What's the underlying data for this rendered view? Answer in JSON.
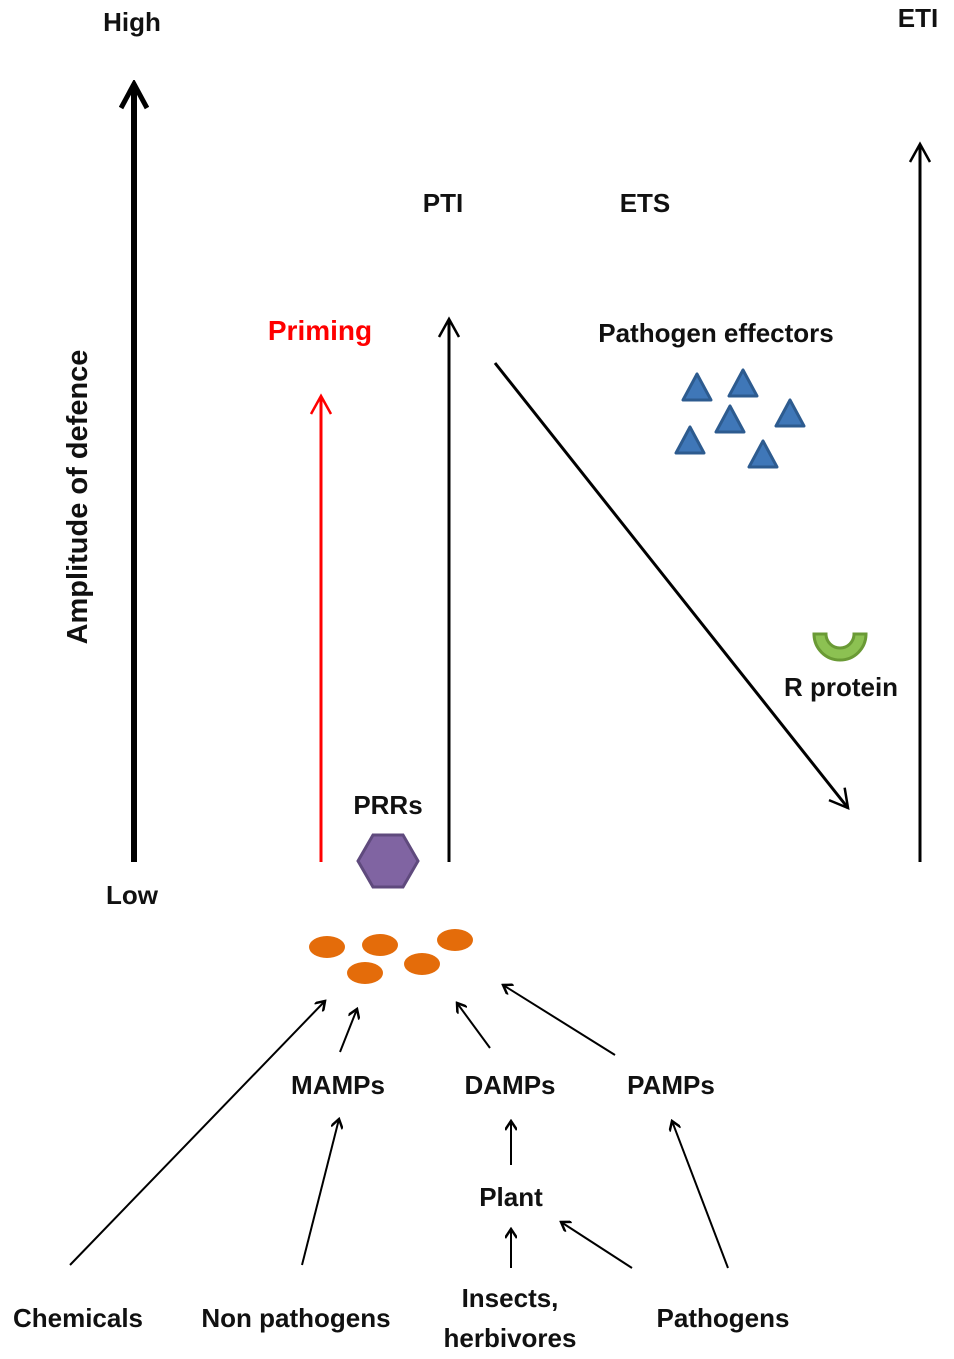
{
  "axis": {
    "high": "High",
    "low": "Low",
    "label": "Amplitude of defence"
  },
  "phases": {
    "priming": "Priming",
    "pti": "PTI",
    "ets": "ETS",
    "eti": "ETI"
  },
  "labels": {
    "pathogen_effectors": "Pathogen effectors",
    "r_protein": "R protein",
    "prrs": "PRRs",
    "mamps": "MAMPs",
    "damps": "DAMPs",
    "pamps": "PAMPs",
    "plant": "Plant"
  },
  "sources": {
    "chemicals": "Chemicals",
    "non_pathogens": "Non pathogens",
    "insects_line1": "Insects,",
    "insects_line2": "herbivores",
    "pathogens": "Pathogens"
  },
  "colors": {
    "priming": "#ff0000",
    "effector": "#3f77b8",
    "r_protein": "#7db444",
    "prr": "#8064a2",
    "pattern": "#e46c0a"
  }
}
